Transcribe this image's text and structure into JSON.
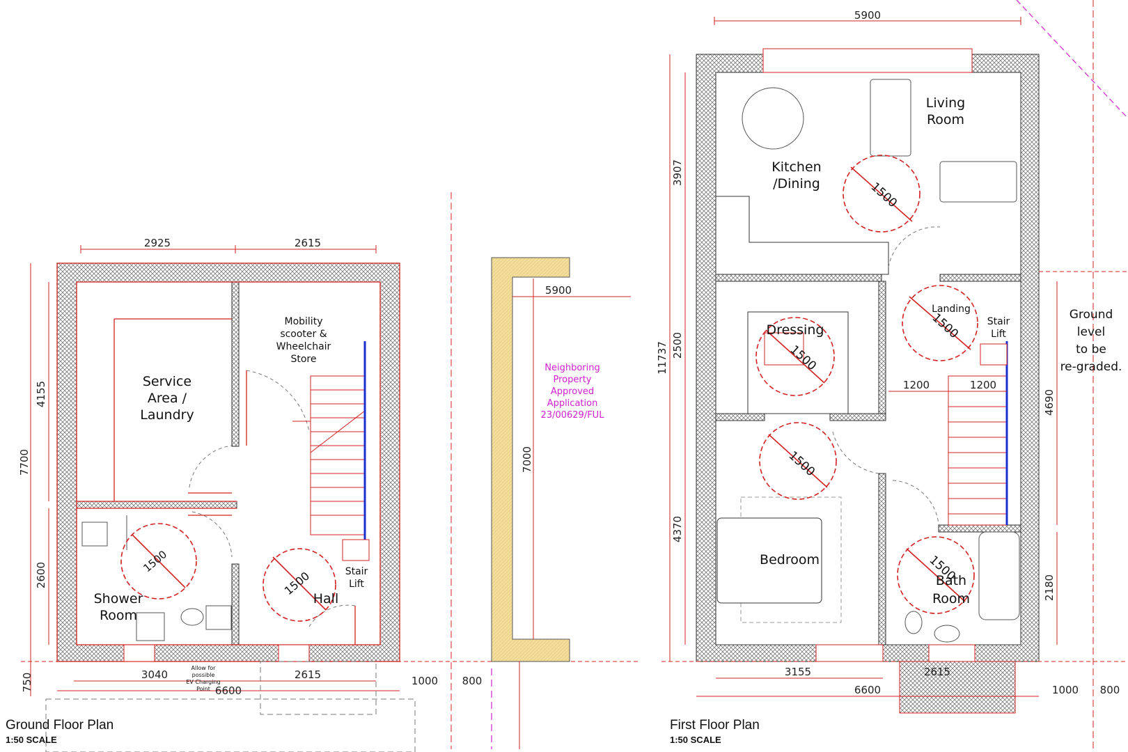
{
  "colors": {
    "wall_red": "#d32020",
    "hatch": "#888888",
    "neighbor_fill": "#f2dd9a",
    "magenta": "#d020d0",
    "stair_blue": "#1a2fd0"
  },
  "ground_floor": {
    "title": "Ground Floor Plan",
    "scale": "1:50 SCALE",
    "rooms": {
      "service": [
        "Service",
        "Area /",
        "Laundry"
      ],
      "mobility": [
        "Mobility",
        "scooter &",
        "Wheelchair",
        "Store"
      ],
      "shower": [
        "Shower",
        "Room"
      ],
      "hall": "Hall",
      "stair_lift": [
        "Stair",
        "Lift"
      ]
    },
    "turning_circle": "1500",
    "dims": {
      "top_left": "2925",
      "top_right": "2615",
      "left_upper": "4155",
      "left_total": "7700",
      "left_lower": "2600",
      "bottom_left": "3040",
      "bottom_right": "2615",
      "bottom_total": "6600",
      "front": "750",
      "side_1": "1000",
      "side_2": "800"
    },
    "ev_note": [
      "Allow for",
      "possible",
      "EV Charging",
      "Point"
    ]
  },
  "neighbor": {
    "label": [
      "Neighboring",
      "Property",
      "Approved",
      "Application",
      "23/00629/FUL"
    ],
    "dim_width": "5900",
    "dim_depth": "7000"
  },
  "first_floor": {
    "title": "First Floor Plan",
    "scale": "1:50 SCALE",
    "rooms": {
      "living": [
        "Living",
        "Room"
      ],
      "kitchen": [
        "Kitchen",
        "/Dining"
      ],
      "dressing": "Dressing",
      "landing": "Landing",
      "stair_lift": [
        "Stair",
        "Lift"
      ],
      "bedroom": "Bedroom",
      "bath": [
        "Bath",
        "Room"
      ]
    },
    "turning_circle": "1500",
    "dims": {
      "top": "5900",
      "left_1": "3907",
      "left_2": "2500",
      "left_3": "4370",
      "left_total": "11737",
      "right_upper": "4690",
      "right_lower": "2180",
      "landing_1": "1200",
      "landing_2": "1200",
      "bottom_left": "3155",
      "bottom_right": "2615",
      "bottom_total": "6600",
      "side_1": "1000",
      "side_2": "800"
    },
    "ground_note": [
      "Ground",
      "level",
      "to be",
      "re-graded."
    ]
  }
}
